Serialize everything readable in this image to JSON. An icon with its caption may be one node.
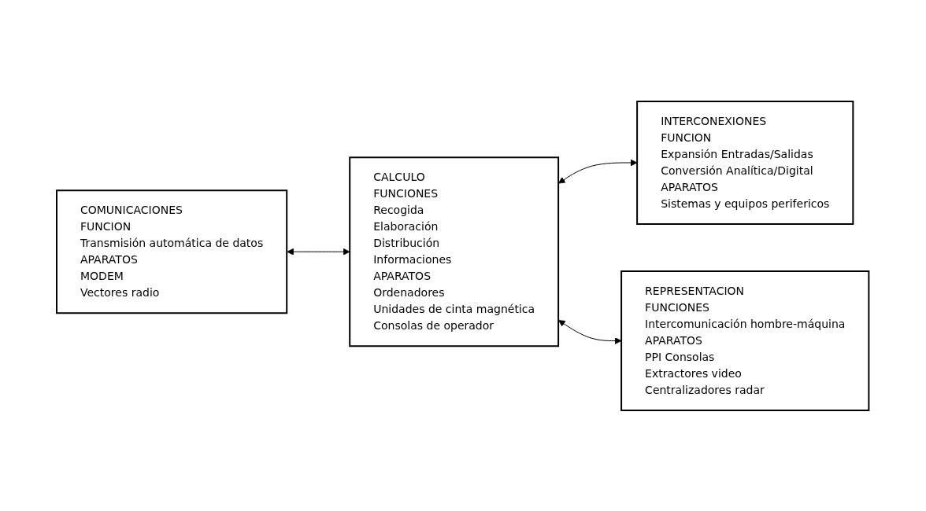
{
  "diagram": {
    "nodes": [
      {
        "text": [
          "COMUNICACIONES",
          "FUNCION",
          "Transmisión automática de datos",
          "APARATOS",
          "MODEM",
          "Vectores radio"
        ]
      },
      {
        "text": [
          "CALCULO",
          "FUNCIONES",
          "Recogida",
          "Elaboración",
          "Distribución",
          "Informaciones",
          "APARATOS",
          "Ordenadores",
          "Unidades de cinta magnética",
          "Consolas de operador"
        ]
      },
      {
        "text": [
          "INTERCONEXIONES",
          "FUNCION",
          "Expansión Entradas/Salidas",
          "Conversión Analítica/Digital",
          "APARATOS",
          "Sistemas y equipos perifericos"
        ]
      },
      {
        "text": [
          "REPRESENTACION",
          "FUNCIONES",
          "Intercomunicación hombre-máquina",
          "APARATOS",
          "PPI Consolas",
          "Extractores video",
          "Centralizadores radar"
        ]
      }
    ],
    "edges": [
      {
        "from": 0,
        "to": 1,
        "arrow": "both"
      },
      {
        "from": 1,
        "to": 2,
        "arrow": "both"
      },
      {
        "from": 1,
        "to": 3,
        "arrow": "both"
      }
    ]
  }
}
